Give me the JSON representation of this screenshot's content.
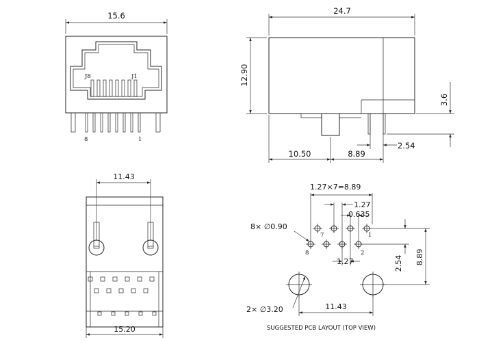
{
  "front_view": {
    "width_dim": "15.6",
    "pin_label_left": "J8",
    "pin_label_right": "J1",
    "pin_number_left": "8",
    "pin_number_right": "1"
  },
  "side_view": {
    "length_dim": "24.7",
    "height_dim": "12.90",
    "pin_height_dim": "3.6",
    "pin_pitch_dim": "2.54",
    "post_offset_dim": "10.50",
    "pin_offset_dim": "8.89"
  },
  "bottom_view": {
    "post_spacing_dim": "11.43",
    "width_dim": "15.20"
  },
  "pcb_layout": {
    "pitch_total_dim": "1.27×7=8.89",
    "pitch_dim": "1.27",
    "half_pitch_dim": "0.635",
    "pin_hole_dim": "8× ∅0.90",
    "pin_7_label": "7",
    "pin_1_label": "1",
    "pin_8_label": "8",
    "pin_2_label": "2",
    "row_offset_dim": "1.27",
    "row_spacing_dim": "2.54",
    "total_height_dim": "8.89",
    "post_hole_dim": "2× ∅3.20",
    "post_spacing_dim": "11.43",
    "caption": "SUGGESTED PCB LAYOUT (TOP VIEW)"
  }
}
